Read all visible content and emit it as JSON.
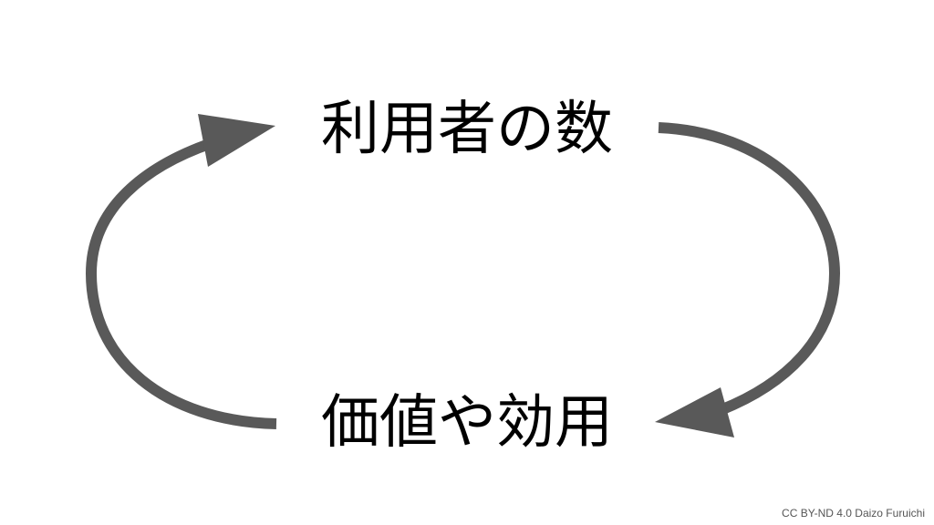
{
  "nodes": {
    "top": "利用者の数",
    "bottom": "価値や効用"
  },
  "credit": "CC BY-ND 4.0 Daizo Furuichi",
  "colors": {
    "arrow": "#595959",
    "text": "#000000"
  }
}
